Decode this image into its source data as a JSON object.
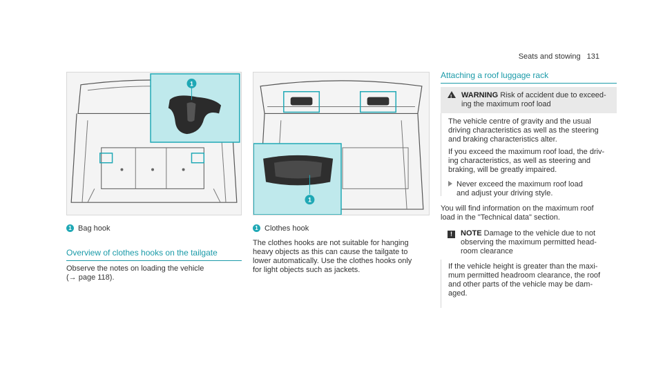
{
  "header": {
    "section": "Seats and stowing",
    "page": "131"
  },
  "col1": {
    "callout_num": "1",
    "callout_text": "Bag hook",
    "heading": "Overview of clothes hooks on the tailgate",
    "body_line1": "Observe the notes on loading the vehicle",
    "body_line2": "(→ page 118)."
  },
  "col2": {
    "callout_num": "1",
    "callout_text": "Clothes hook",
    "body": [
      "The clothes hooks are not suitable for hanging",
      "heavy objects as this can cause the tailgate to",
      "lower automatically. Use the clothes hooks only",
      "for light objects such as jackets."
    ]
  },
  "col3": {
    "heading": "Attaching a roof luggage rack",
    "warning": {
      "label": "WARNING",
      "title_line1": "Risk of accident due to exceed-",
      "title_line2": "ing the maximum roof load",
      "para1": [
        "The vehicle centre of gravity and the usual",
        "driving characteristics as well as the steering",
        "and braking characteristics alter."
      ],
      "para2": [
        "If you exceed the maximum roof load, the driv-",
        "ing characteristics, as well as steering and",
        "braking, will be greatly impaired."
      ],
      "action": [
        "Never exceed the maximum roof load",
        "and adjust your driving style."
      ]
    },
    "info": [
      "You will find information on the maximum roof",
      "load in the \"Technical data\" section."
    ],
    "note": {
      "label": "NOTE",
      "title_line1": "Damage to the vehicle due to not",
      "title_line2": "observing the maximum permitted head-",
      "title_line3": "room clearance",
      "body": [
        "If the vehicle height is greater than the maxi-",
        "mum permitted headroom clearance, the roof",
        "and other parts of the vehicle may be dam-",
        "aged."
      ]
    }
  },
  "images": {
    "fig1_marker": "1",
    "fig2_marker": "1"
  },
  "colors": {
    "accent": "#1fa8b5",
    "inset_bg": "#bfe9ec"
  }
}
